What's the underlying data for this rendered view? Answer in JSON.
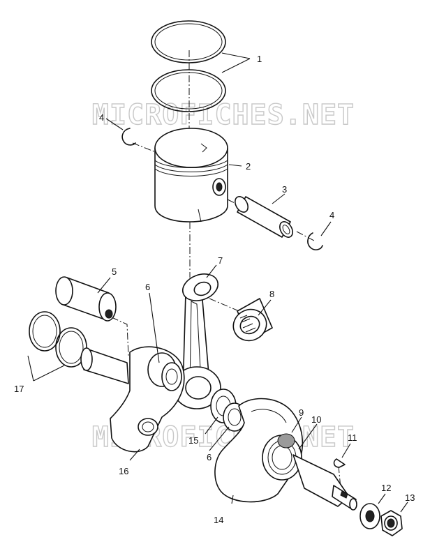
{
  "watermark": "MICROFICHES.NET",
  "callouts": [
    "1",
    "2",
    "3",
    "4",
    "4",
    "5",
    "6",
    "6",
    "7",
    "8",
    "9",
    "10",
    "11",
    "12",
    "13",
    "14",
    "15",
    "16",
    "17"
  ]
}
